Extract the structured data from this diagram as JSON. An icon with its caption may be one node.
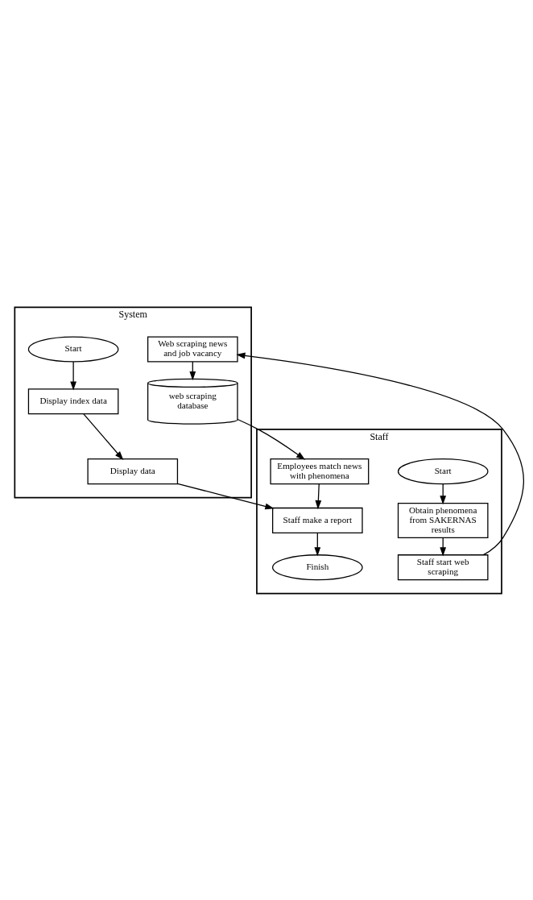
{
  "diagram": {
    "nodes": [
      {
        "text": [
          "Staff"
        ]
      },
      {
        "text": [
          "System"
        ]
      },
      {
        "text": [
          "Start"
        ],
        "in": 0
      },
      {
        "text": [
          "Obtain phenomena from SAKERNAS results"
        ],
        "in": 0
      },
      {
        "text": [
          "Staff start web scraping"
        ],
        "in": 0
      },
      {
        "text": [
          "Web scraping news and job vacancy"
        ],
        "in": 1
      },
      {
        "text": [
          "web scraping database"
        ],
        "in": 1
      },
      {
        "text": [
          "Employees match news with phenomena"
        ],
        "in": 0
      },
      {
        "text": [
          "Start"
        ],
        "in": 1
      },
      {
        "text": [
          "Display index data"
        ],
        "in": 1
      },
      {
        "text": [
          "Display data"
        ],
        "in": 1
      },
      {
        "text": [
          "Staff make a report"
        ],
        "in": 0
      },
      {
        "text": [
          "Finish"
        ],
        "in": 0
      }
    ],
    "edges": [
      {
        "from": 2,
        "to": 3,
        "arrow": "to"
      },
      {
        "from": 3,
        "to": 4,
        "arrow": "to"
      },
      {
        "from": 4,
        "to": 5,
        "arrow": "to"
      },
      {
        "from": 5,
        "to": 6,
        "arrow": "to"
      },
      {
        "from": 6,
        "to": 7,
        "arrow": "to"
      },
      {
        "from": 8,
        "to": 9,
        "arrow": "to"
      },
      {
        "from": 9,
        "to": 10,
        "arrow": "to"
      },
      {
        "from": 10,
        "to": 11,
        "arrow": "to"
      },
      {
        "from": 7,
        "to": 11,
        "arrow": "to"
      },
      {
        "from": 11,
        "to": 12,
        "arrow": "to"
      }
    ]
  }
}
